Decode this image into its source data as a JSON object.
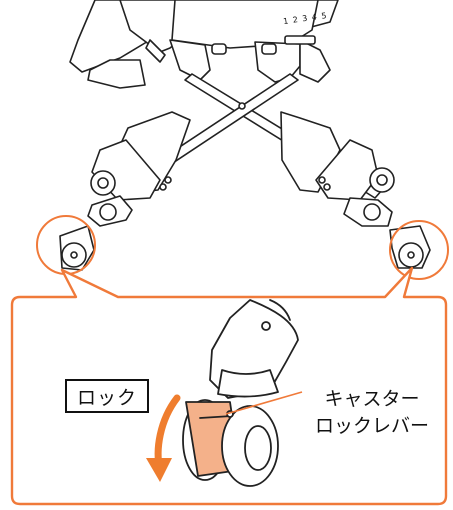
{
  "labels": {
    "lock": "ロック",
    "caster_lever_line1": "キャスター",
    "caster_lever_line2": "ロックレバー",
    "scale_numbers": "1 2 3 4 5"
  },
  "colors": {
    "callout_orange": "#f07a3a",
    "lever_fill": "#f4b18a",
    "arrow_orange": "#ef7d2e",
    "line": "#222222"
  },
  "icons": {
    "direction_arrow": "curved-arrow-down-icon"
  }
}
